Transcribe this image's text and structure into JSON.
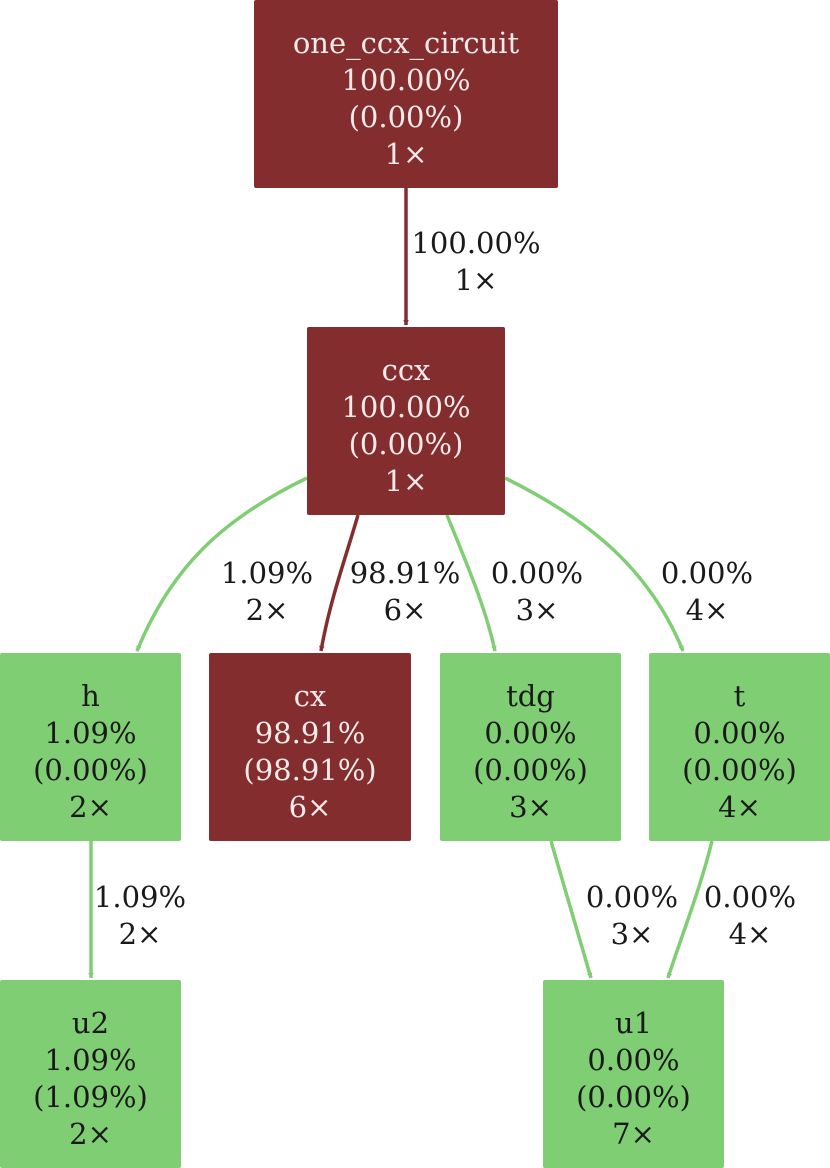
{
  "colors": {
    "hot": "#842d2f",
    "cool": "#80ce74",
    "hot_text": "#f4eaea",
    "cool_text": "#1a1a1a"
  },
  "nodes": [
    {
      "id": "one_ccx_circuit",
      "label": "one_ccx_circuit",
      "total": "100.00%",
      "self": "(0.00%)",
      "calls": "1×",
      "heat": "hot"
    },
    {
      "id": "ccx",
      "label": "ccx",
      "total": "100.00%",
      "self": "(0.00%)",
      "calls": "1×",
      "heat": "hot"
    },
    {
      "id": "h",
      "label": "h",
      "total": "1.09%",
      "self": "(0.00%)",
      "calls": "2×",
      "heat": "cool"
    },
    {
      "id": "cx",
      "label": "cx",
      "total": "98.91%",
      "self": "(98.91%)",
      "calls": "6×",
      "heat": "hot"
    },
    {
      "id": "tdg",
      "label": "tdg",
      "total": "0.00%",
      "self": "(0.00%)",
      "calls": "3×",
      "heat": "cool"
    },
    {
      "id": "t",
      "label": "t",
      "total": "0.00%",
      "self": "(0.00%)",
      "calls": "4×",
      "heat": "cool"
    },
    {
      "id": "u2",
      "label": "u2",
      "total": "1.09%",
      "self": "(1.09%)",
      "calls": "2×",
      "heat": "cool"
    },
    {
      "id": "u1",
      "label": "u1",
      "total": "0.00%",
      "self": "(0.00%)",
      "calls": "7×",
      "heat": "cool"
    }
  ],
  "edges": [
    {
      "from": "one_ccx_circuit",
      "to": "ccx",
      "percent": "100.00%",
      "calls": "1×",
      "heat": "hot"
    },
    {
      "from": "ccx",
      "to": "h",
      "percent": "1.09%",
      "calls": "2×",
      "heat": "cool"
    },
    {
      "from": "ccx",
      "to": "cx",
      "percent": "98.91%",
      "calls": "6×",
      "heat": "hot"
    },
    {
      "from": "ccx",
      "to": "tdg",
      "percent": "0.00%",
      "calls": "3×",
      "heat": "cool"
    },
    {
      "from": "ccx",
      "to": "t",
      "percent": "0.00%",
      "calls": "4×",
      "heat": "cool"
    },
    {
      "from": "h",
      "to": "u2",
      "percent": "1.09%",
      "calls": "2×",
      "heat": "cool"
    },
    {
      "from": "tdg",
      "to": "u1",
      "percent": "0.00%",
      "calls": "3×",
      "heat": "cool"
    },
    {
      "from": "t",
      "to": "u1",
      "percent": "0.00%",
      "calls": "4×",
      "heat": "cool"
    }
  ]
}
